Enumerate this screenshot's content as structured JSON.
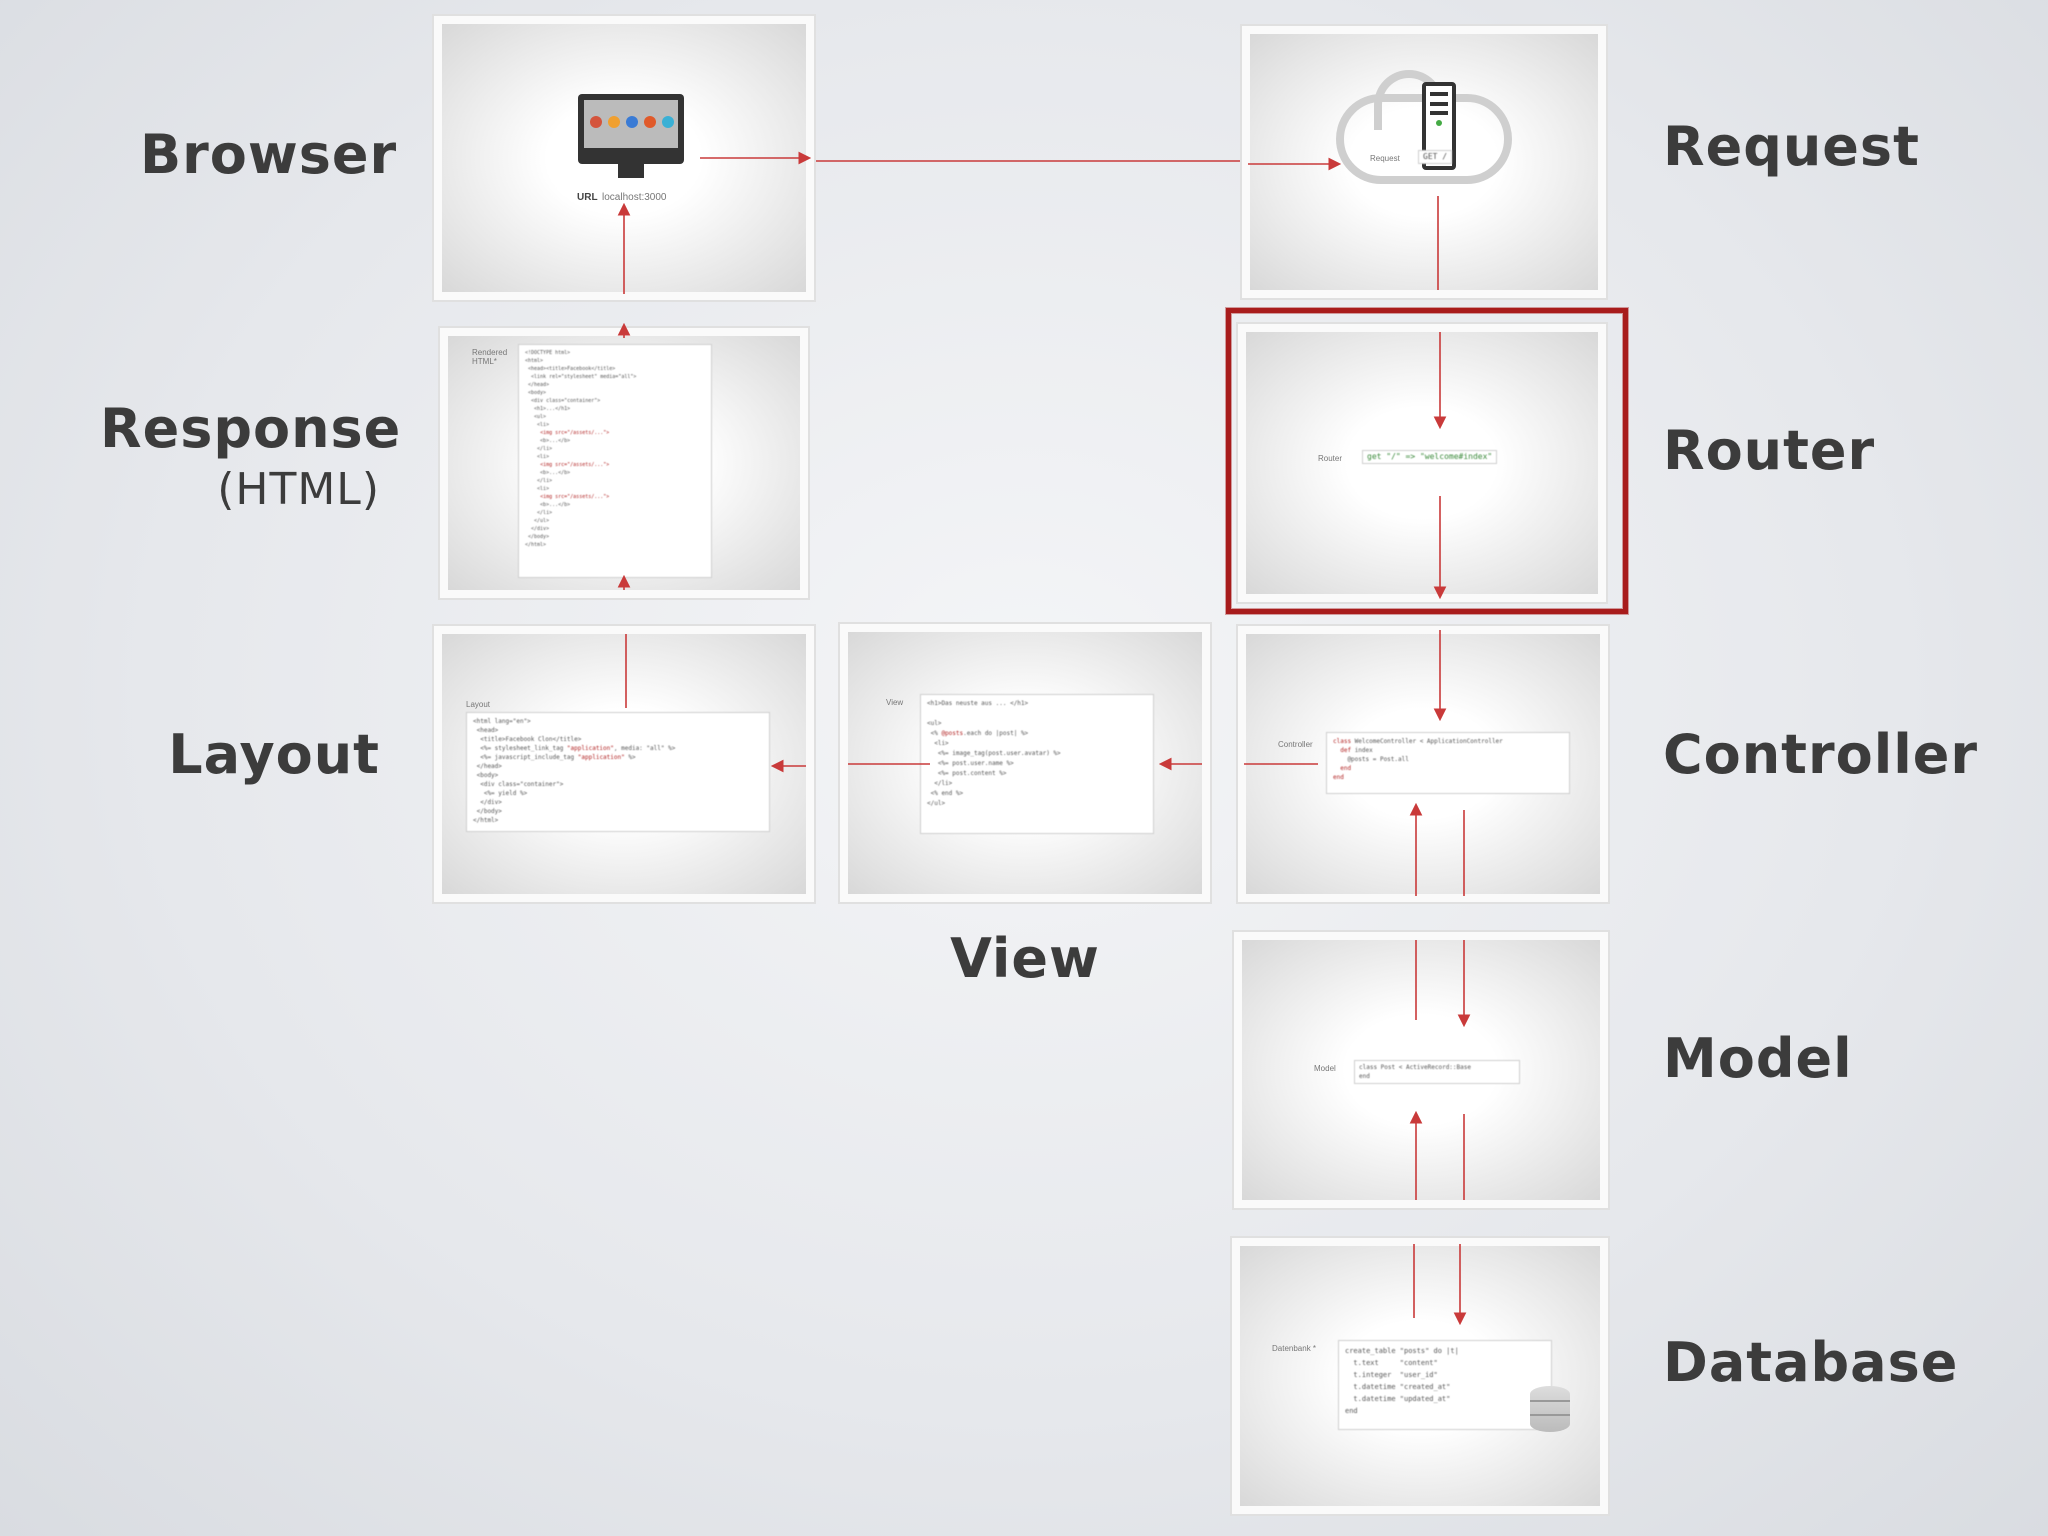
{
  "labels": {
    "browser": "Browser",
    "response": "Response",
    "response_sub": "(HTML)",
    "layout": "Layout",
    "view": "View",
    "request": "Request",
    "router": "Router",
    "controller": "Controller",
    "model": "Model",
    "database": "Database"
  },
  "thumbs": {
    "browser_url_label": "URL",
    "browser_url_value": "localhost:3000",
    "request_caption": "Request",
    "request_method": "GET /",
    "response_caption": "Rendered HTML*",
    "router_caption": "Router",
    "router_code": "get \"/\" => \"welcome#index\"",
    "layout_caption": "Layout",
    "view_caption": "View",
    "controller_caption": "Controller",
    "model_caption": "Model",
    "model_code": "class Post < ActiveRecord::Base\nend",
    "database_caption": "Datenbank *",
    "database_code": "create_table \"posts\" do |t|\n  t.text     \"content\"\n  t.integer  \"user_id\"\n  t.datetime \"created_at\"\n  t.datetime \"updated_at\"\nend"
  },
  "highlight": {
    "target": "router",
    "color": "#a81c1c"
  },
  "colors": {
    "arrow": "#c93a3a",
    "label": "#3c3c3c"
  }
}
